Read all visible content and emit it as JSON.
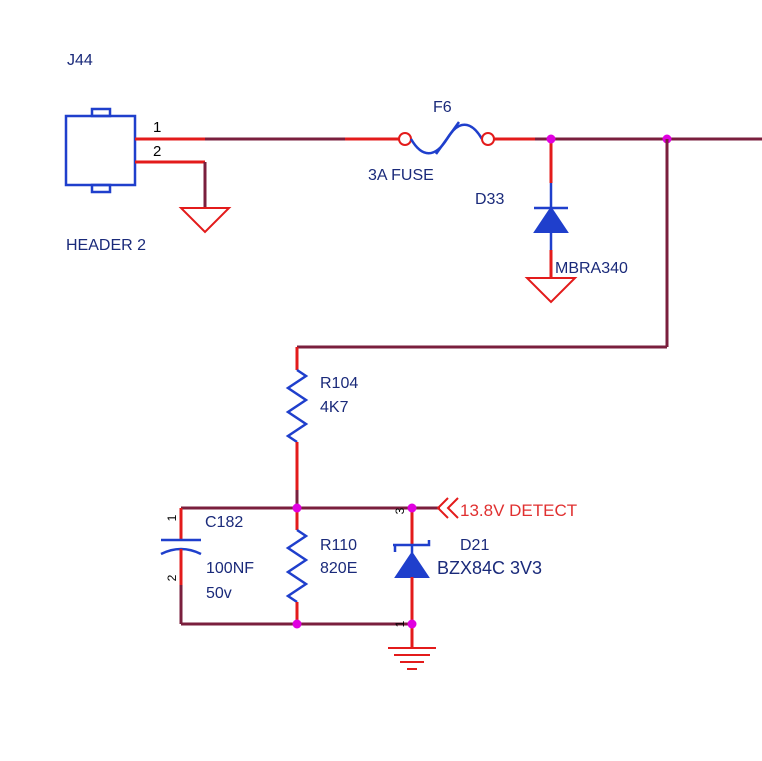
{
  "colors": {
    "wire": "#7a1f3d",
    "pin": "#e31b1b",
    "component": "#1f3fcc",
    "label": "#1a2a7a",
    "net_label": "#e03030",
    "junction": "#e000e0"
  },
  "components": {
    "j44": {
      "ref": "J44",
      "value": "HEADER 2",
      "pin1": "1",
      "pin2": "2"
    },
    "f6": {
      "ref": "F6",
      "value": "3A FUSE"
    },
    "d33": {
      "ref": "D33",
      "value": "MBRA340"
    },
    "r104": {
      "ref": "R104",
      "value": "4K7"
    },
    "c182": {
      "ref": "C182",
      "value": "100NF",
      "voltage": "50v",
      "pin1": "1",
      "pin2": "2"
    },
    "r110": {
      "ref": "R110",
      "value": "820E"
    },
    "d21": {
      "ref": "D21",
      "value": "BZX84C 3V3",
      "pin3": "3",
      "pin1": "1"
    }
  },
  "net_labels": {
    "detect": "13.8V DETECT"
  },
  "icons": [
    "ground-triangle-icon",
    "ground-earth-icon",
    "net-port-icon"
  ]
}
